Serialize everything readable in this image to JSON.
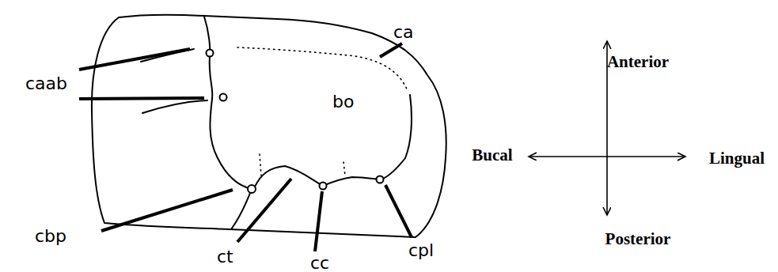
{
  "diagram": {
    "labels": [
      "caab",
      "bo",
      "ca",
      "cbp",
      "ct",
      "cc",
      "cpl",
      "Anterior",
      "Bucal",
      "Lingual",
      "Posterior"
    ]
  }
}
